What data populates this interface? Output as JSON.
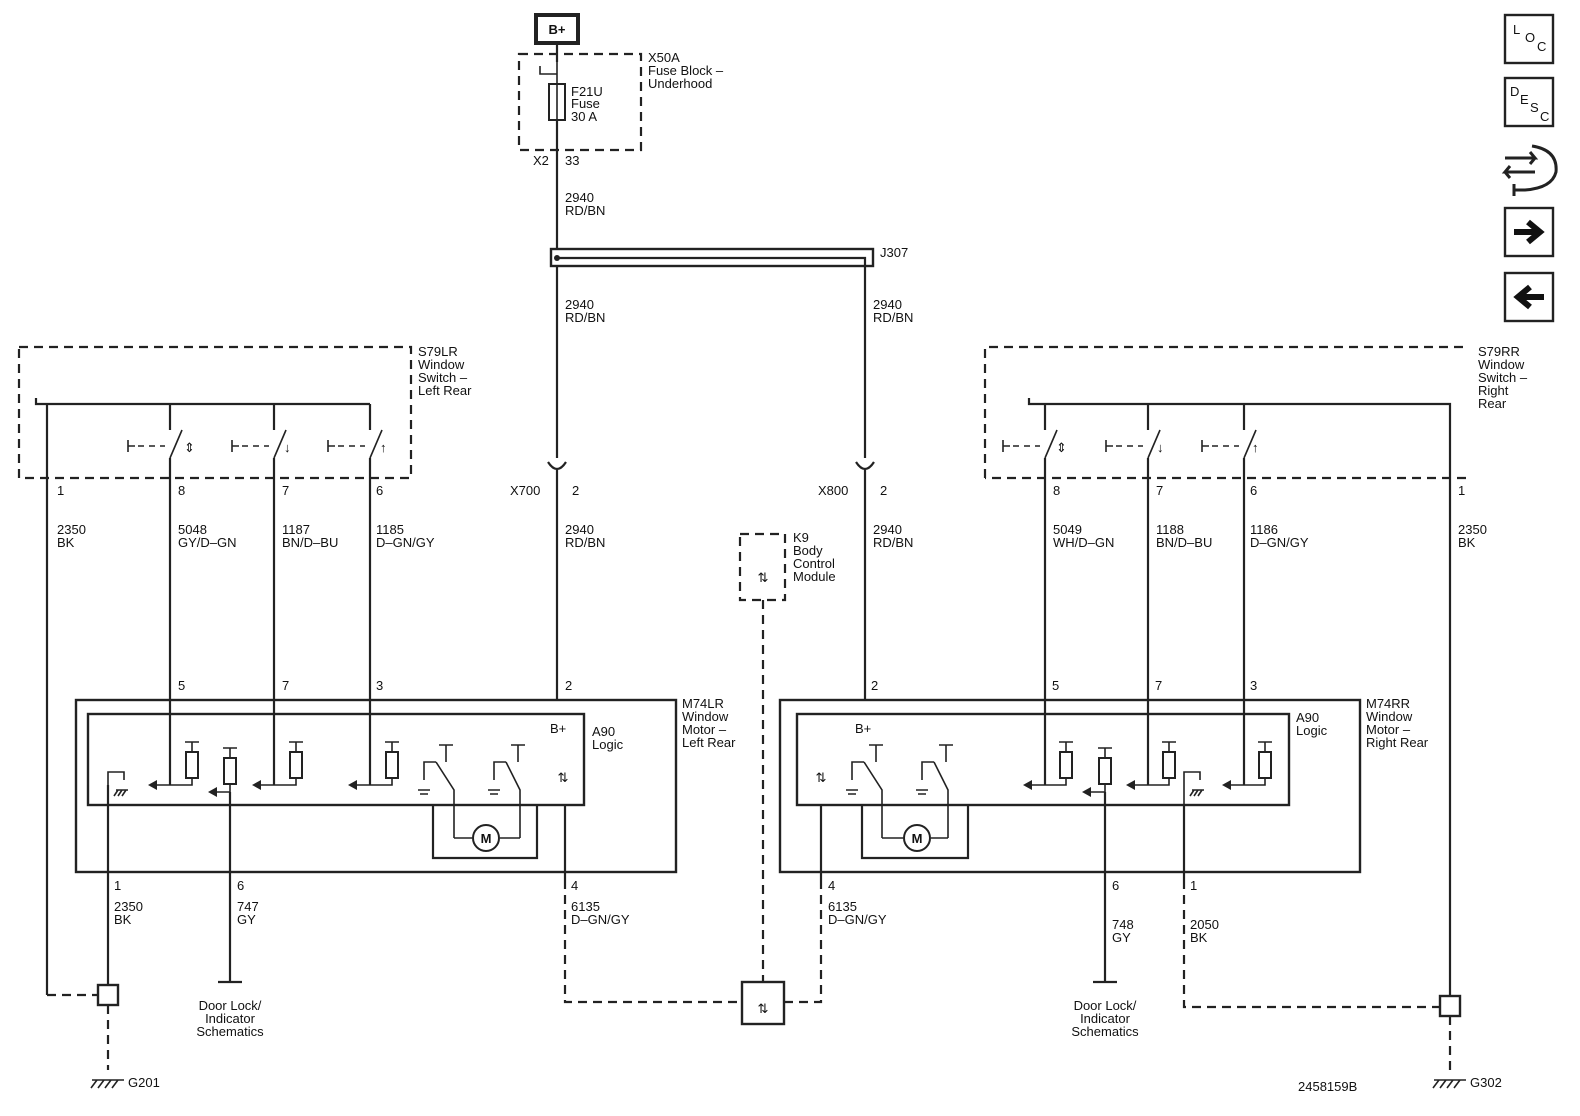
{
  "battery": "B+",
  "fuse_block": {
    "name": "X50A",
    "desc": [
      "Fuse Block –",
      "Underhood"
    ],
    "fuse": [
      "F21U",
      "Fuse",
      "30 A"
    ],
    "conn": "X2",
    "pin": "33"
  },
  "wire_main": [
    "2940",
    "RD/BN"
  ],
  "splice": "J307",
  "left_feed": [
    "2940",
    "RD/BN"
  ],
  "right_feed": [
    "2940",
    "RD/BN"
  ],
  "switch_lr": {
    "name": "S79LR",
    "desc": [
      "Window",
      "Switch –",
      "Left Rear"
    ]
  },
  "switch_rr": {
    "name": "S79RR",
    "desc": [
      "Window",
      "Switch –",
      "Right",
      "Rear"
    ]
  },
  "conn_left": {
    "name": "X700",
    "pin": "2"
  },
  "conn_right": {
    "name": "X800",
    "pin": "2"
  },
  "lr_switch_pins": [
    "1",
    "8",
    "7",
    "6"
  ],
  "lr_switch_wires": [
    [
      "2350",
      "BK"
    ],
    [
      "5048",
      "GY/D–GN"
    ],
    [
      "1187",
      "BN/D–BU"
    ],
    [
      "1185",
      "D–GN/GY"
    ]
  ],
  "rr_switch_pins": [
    "8",
    "7",
    "6",
    "1"
  ],
  "rr_switch_wires": [
    [
      "5049",
      "WH/D–GN"
    ],
    [
      "1188",
      "BN/D–BU"
    ],
    [
      "1186",
      "D–GN/GY"
    ],
    [
      "2350",
      "BK"
    ]
  ],
  "left_wire_below_conn": [
    "2940",
    "RD/BN"
  ],
  "right_wire_below_conn": [
    "2940",
    "RD/BN"
  ],
  "bcm": {
    "name": "K9",
    "desc": [
      "Body",
      "Control",
      "Module"
    ]
  },
  "motor_lr": {
    "name": "M74LR",
    "desc": [
      "Window",
      "Motor –",
      "Left Rear"
    ],
    "logic": [
      "A90",
      "Logic"
    ],
    "bplus": "B+",
    "top_pins": [
      "5",
      "7",
      "3",
      "2"
    ],
    "motor": "M"
  },
  "motor_rr": {
    "name": "M74RR",
    "desc": [
      "Window",
      "Motor –",
      "Right Rear"
    ],
    "logic": [
      "A90",
      "Logic"
    ],
    "bplus": "B+",
    "top_pins": [
      "2",
      "5",
      "7",
      "3"
    ],
    "motor": "M"
  },
  "lr_bottom_pins": [
    "1",
    "6",
    "4"
  ],
  "lr_bottom_wires": [
    [
      "2350",
      "BK"
    ],
    [
      "747",
      "GY"
    ],
    [
      "6135",
      "D–GN/GY"
    ]
  ],
  "rr_bottom_pins": [
    "4",
    "6",
    "1"
  ],
  "rr_bottom_wires": [
    [
      "6135",
      "D–GN/GY"
    ],
    [
      "748",
      "GY"
    ],
    [
      "2050",
      "BK"
    ]
  ],
  "door_lock_left": [
    "Door Lock/",
    "Indicator",
    "Schematics"
  ],
  "door_lock_right": [
    "Door Lock/",
    "Indicator",
    "Schematics"
  ],
  "ground_left": "G201",
  "ground_right": "G302",
  "diagram_id": "2458159B",
  "nav": {
    "loc": [
      "L",
      "O",
      "C"
    ],
    "desc": [
      "D",
      "E",
      "S",
      "C"
    ]
  }
}
